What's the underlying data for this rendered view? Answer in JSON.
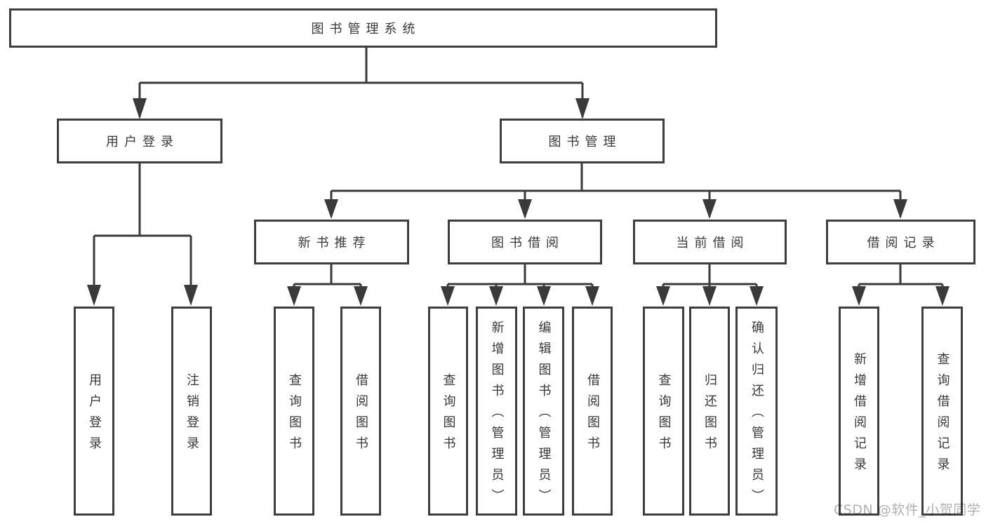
{
  "diagram_type": "hierarchy-flowchart",
  "title": "图书管理系统",
  "tree": {
    "label": "图书管理系统",
    "children": [
      {
        "label": "用户登录",
        "children": [
          {
            "label": "用户登录"
          },
          {
            "label": "注销登录"
          }
        ]
      },
      {
        "label": "图书管理",
        "children": [
          {
            "label": "新书推荐",
            "children": [
              {
                "label": "查询图书"
              },
              {
                "label": "借阅图书"
              }
            ]
          },
          {
            "label": "图书借阅",
            "children": [
              {
                "label": "查询图书"
              },
              {
                "label": "新增图书（管理员）"
              },
              {
                "label": "编辑图书（管理员）"
              },
              {
                "label": "借阅图书"
              }
            ]
          },
          {
            "label": "当前借阅",
            "children": [
              {
                "label": "查询图书"
              },
              {
                "label": "归还图书"
              },
              {
                "label": "确认归还（管理员）"
              }
            ]
          },
          {
            "label": "借阅记录",
            "children": [
              {
                "label": "新增借阅记录"
              },
              {
                "label": "查询借阅记录"
              }
            ]
          }
        ]
      }
    ]
  },
  "watermark": {
    "text": "CSDN @软件_小贺同学"
  },
  "colors": {
    "background": "#ffffff",
    "line": "#3a3a3a",
    "box_border": "#3e3e3e",
    "text": "#383838",
    "watermark": "#b0b0b0"
  }
}
